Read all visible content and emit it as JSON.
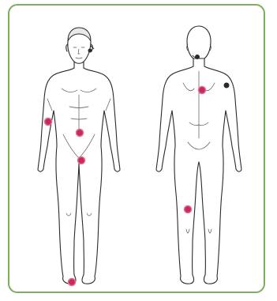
{
  "markers": {
    "color": "#c8285a",
    "ring_color": "#e07090",
    "accessory_color": "#2a2a2a",
    "items": [
      {
        "name": "front-right-forearm-marker",
        "view": "front"
      },
      {
        "name": "front-abdomen-marker",
        "view": "front"
      },
      {
        "name": "front-groin-marker",
        "view": "front"
      },
      {
        "name": "front-left-foot-marker",
        "view": "front"
      },
      {
        "name": "back-upper-back-marker",
        "view": "back"
      },
      {
        "name": "back-left-calf-marker",
        "view": "back"
      }
    ]
  },
  "frame": {
    "border_color": "#7cae5c"
  }
}
